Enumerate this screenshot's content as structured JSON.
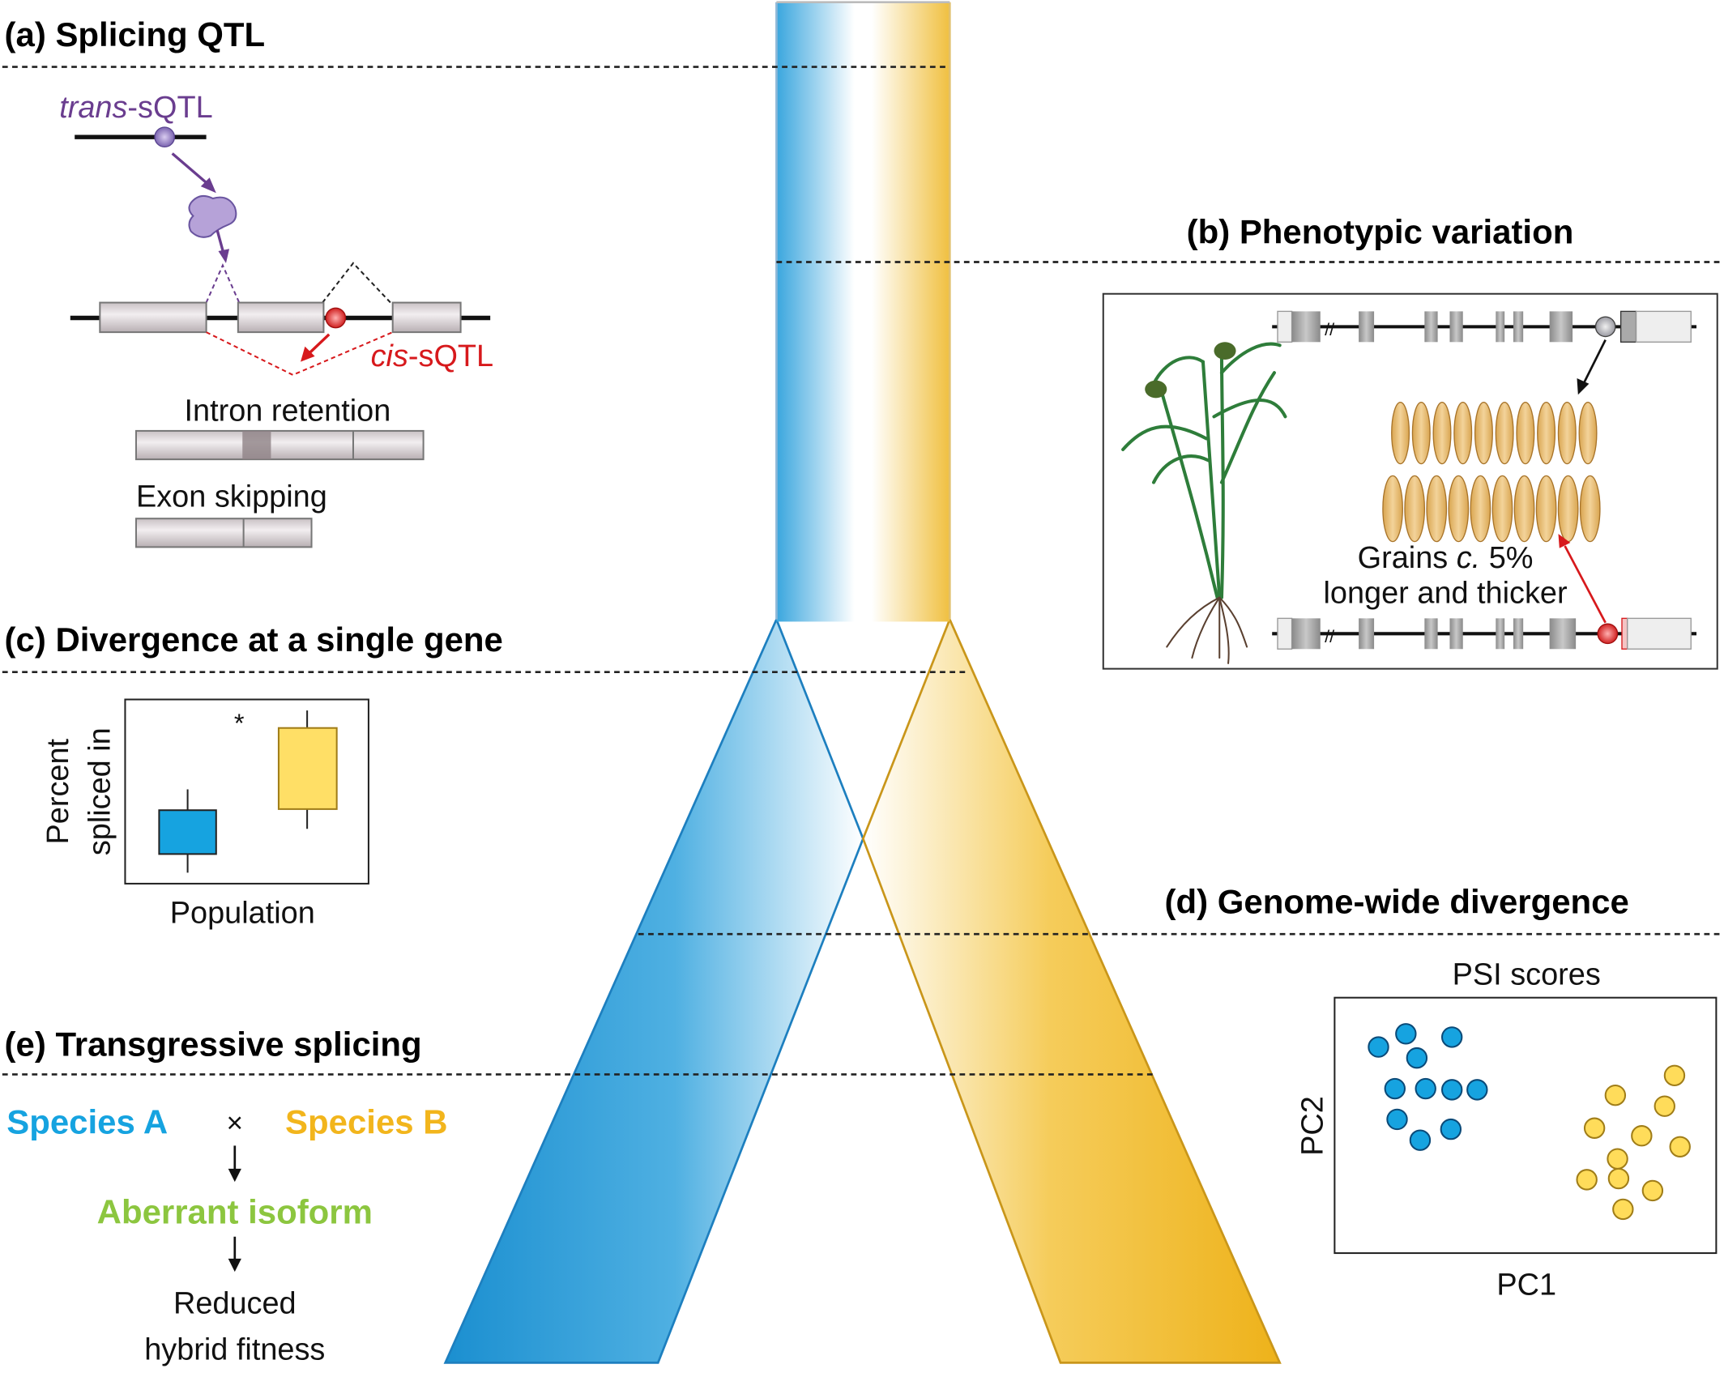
{
  "panels": {
    "a": {
      "title": "(a)  Splicing QTL",
      "trans_italic": "trans",
      "trans_rest": "-sQTL",
      "cis_italic": "cis",
      "cis_rest": "-sQTL",
      "intron_retention": "Intron retention",
      "exon_skipping": "Exon skipping"
    },
    "b": {
      "title": "(b)  Phenotypic variation",
      "grains_line1a": "Grains ",
      "grains_italic": "c.",
      "grains_line1b": " 5%",
      "grains_line2": "longer and thicker"
    },
    "c": {
      "title": "(c)  Divergence at a single gene",
      "ylabel_1": "Percent",
      "ylabel_2": "spliced in",
      "xlabel": "Population",
      "significance": "*"
    },
    "d": {
      "title": "(d)  Genome-wide divergence",
      "plot_title": "PSI scores",
      "xlabel": "PC1",
      "ylabel": "PC2"
    },
    "e": {
      "title": "(e) Transgressive splicing",
      "species_a": "Species A",
      "cross": "×",
      "species_b": "Species B",
      "aberrant": "Aberrant isoform",
      "reduced_1": "Reduced",
      "reduced_2": "hybrid fitness"
    }
  },
  "colors": {
    "species_a": "#16a3e0",
    "species_b": "#f2b51c",
    "aberrant": "#8cc63f",
    "trans": "#6a3d8f",
    "cis": "#d7191c"
  }
}
